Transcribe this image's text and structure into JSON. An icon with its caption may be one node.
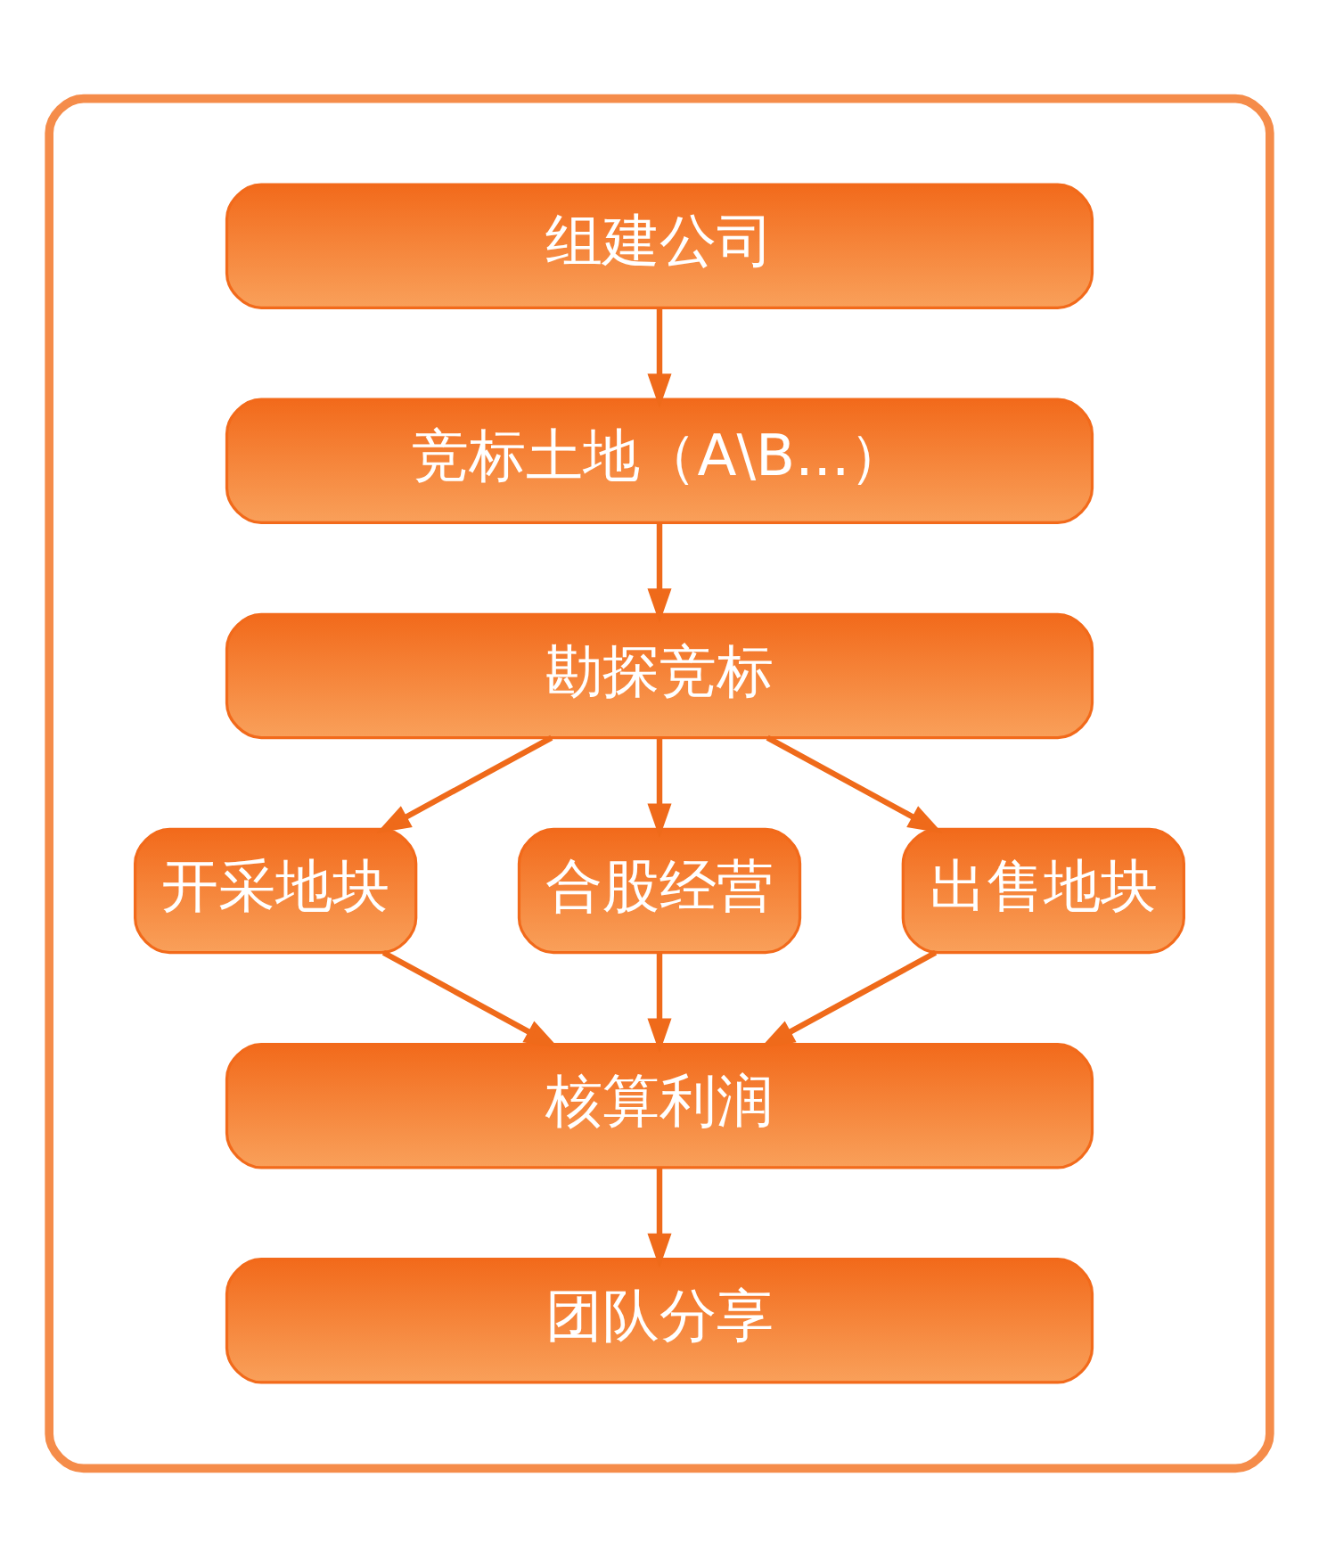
{
  "diagram": {
    "nodes": [
      {
        "text": [],
        "shape": "box"
      },
      {
        "text": [
          "组建公司"
        ],
        "in": 0
      },
      {
        "text": [
          "竞标土地（A\\B...）"
        ],
        "in": 0
      },
      {
        "text": [
          "勘探竞标"
        ],
        "in": 0
      },
      {
        "text": [
          "开采地块"
        ],
        "in": 0
      },
      {
        "text": [
          "合股经营"
        ],
        "in": 0
      },
      {
        "text": [
          "出售地块"
        ],
        "in": 0
      },
      {
        "text": [
          "核算利润"
        ],
        "in": 0
      },
      {
        "text": [
          "团队分享"
        ],
        "in": 0
      }
    ],
    "edges": [
      {
        "from": 1,
        "to": 2,
        "arrow": "to"
      },
      {
        "from": 2,
        "to": 3,
        "arrow": "to"
      },
      {
        "from": 3,
        "to": 4,
        "arrow": "to"
      },
      {
        "from": 3,
        "to": 5,
        "arrow": "to"
      },
      {
        "from": 3,
        "to": 6,
        "arrow": "to"
      },
      {
        "from": 4,
        "to": 7,
        "arrow": "to"
      },
      {
        "from": 5,
        "to": 7,
        "arrow": "to"
      },
      {
        "from": 6,
        "to": 7,
        "arrow": "to"
      },
      {
        "from": 7,
        "to": 8,
        "arrow": "to"
      }
    ]
  }
}
